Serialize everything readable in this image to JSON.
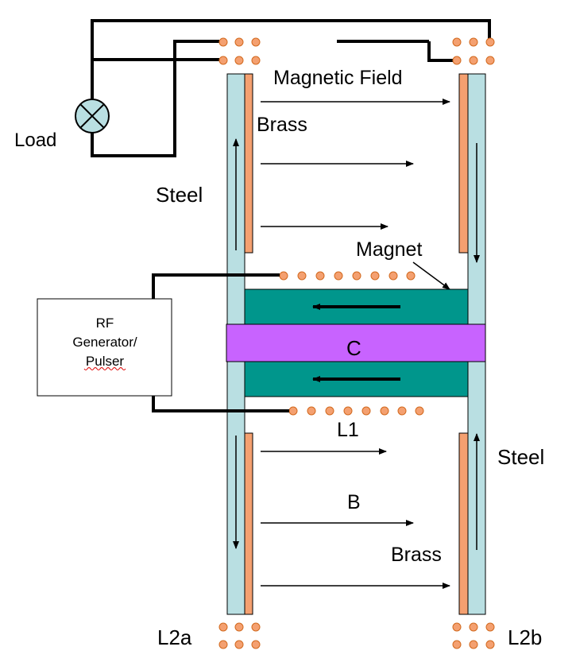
{
  "labels": {
    "magnetic_field": "Magnetic Field",
    "brass_top": "Brass",
    "load": "Load",
    "steel_left": "Steel",
    "magnet": "Magnet",
    "rf_line1": "RF",
    "rf_line2": "Generator/",
    "rf_line3": "Pulser",
    "center": "C",
    "l1": "L1",
    "steel_right": "Steel",
    "b_field": "B",
    "brass_bottom": "Brass",
    "l2a": "L2a",
    "l2b": "L2b"
  },
  "colors": {
    "steel": "#b9dfe2",
    "brass": "#f4a070",
    "magnet": "#00968c",
    "center_plate": "#c863ff",
    "coil": "#f4a070",
    "wire": "#000000"
  },
  "icons": {
    "load": "lamp-cross-icon"
  }
}
